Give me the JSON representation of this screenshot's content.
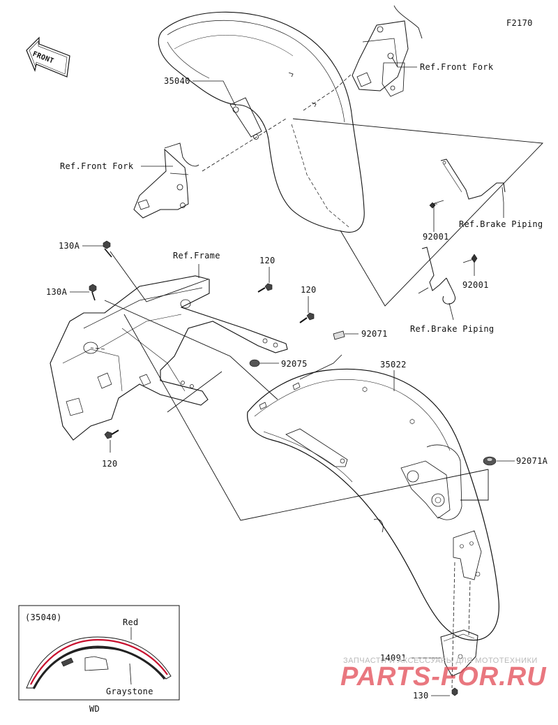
{
  "diagram_code": "F2170",
  "front_label": "FRONT",
  "labels": {
    "p35040": "35040",
    "ref_front_fork_top": "Ref.Front Fork",
    "ref_front_fork_left": "Ref.Front Fork",
    "p92001_a": "92001",
    "ref_brake_piping_a": "Ref.Brake Piping",
    "p130A_a": "130A",
    "ref_frame": "Ref.Frame",
    "p120_a": "120",
    "p120_b": "120",
    "p130A_b": "130A",
    "p92001_b": "92001",
    "ref_brake_piping_b": "Ref.Brake Piping",
    "p92071": "92071",
    "p92075": "92075",
    "p35022": "35022",
    "p120_c": "120",
    "p92071A": "92071A",
    "p14091": "14091",
    "p130": "130"
  },
  "inset": {
    "part": "(35040)",
    "red": "Red",
    "graystone": "Graystone",
    "variant": "WD"
  },
  "watermark": {
    "line1": "ЗАПЧАСТИ И АКСЕССУАРЫ ДЛЯ МОТОТЕХНИКИ",
    "line2": "PARTS-FOR.RU"
  }
}
